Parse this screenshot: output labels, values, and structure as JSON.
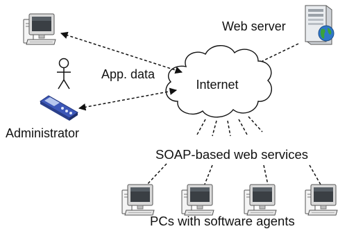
{
  "labels": {
    "web_server": "Web server",
    "app_data": "App. data",
    "internet": "Internet",
    "administrator": "Administrator",
    "soap_services": "SOAP-based web services",
    "pcs_agents": "PCs with software agents"
  },
  "icons": {
    "computer": "desktop-computer-icon",
    "server": "tower-server-icon",
    "person": "stick-figure-icon",
    "phone": "mobile-phone-icon",
    "cloud": "internet-cloud-icon"
  },
  "colors": {
    "monitor_frame": "#8a8a8a",
    "screen": "#3a3f44",
    "phone_body": "#3c57b8",
    "globe_blue": "#2f78c8",
    "globe_green": "#3aa23a"
  }
}
